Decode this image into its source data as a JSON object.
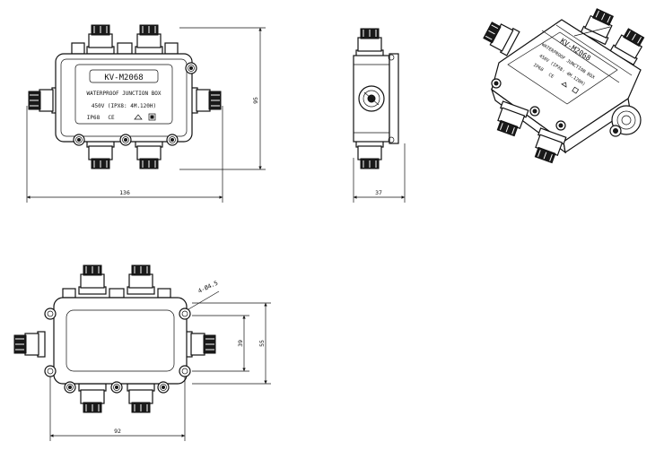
{
  "label": {
    "model": "KV-M2068",
    "line1": "WATERPROOF JUNCTION BOX",
    "line2": "450V (IPX8: 4M.120H)",
    "ip": "IP68",
    "ce": "CE"
  },
  "dimensions": {
    "width_front": "136",
    "height_front": "95",
    "depth_side": "37",
    "width_bottom": "92",
    "height_bottom_inner": "39",
    "height_bottom_outer": "55",
    "hole": "4-Ø4.5"
  }
}
